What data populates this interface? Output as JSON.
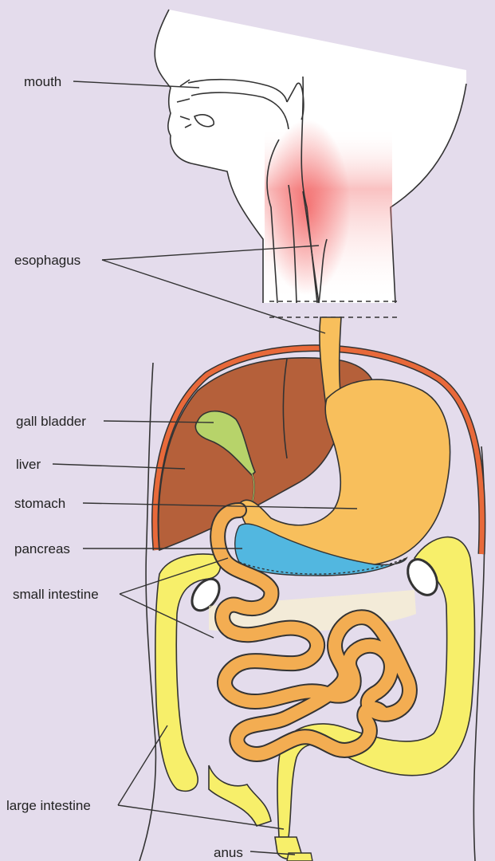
{
  "labels": {
    "mouth": "mouth",
    "esophagus": "esophagus",
    "gall_bladder": "gall bladder",
    "liver": "liver",
    "stomach": "stomach",
    "pancreas": "pancreas",
    "small_intestine": "small intestine",
    "large_intestine": "large intestine",
    "anus": "anus"
  },
  "colors": {
    "background": "#e4dcec",
    "liver": "#b5603a",
    "gall_bladder": "#b7d36a",
    "stomach": "#f8bf5c",
    "pancreas": "#52b7e0",
    "small_intestine": "#f3ad52",
    "large_intestine": "#f7ef6a",
    "diaphragm": "#e8693a",
    "throat_highlight": "#f26a6a"
  }
}
